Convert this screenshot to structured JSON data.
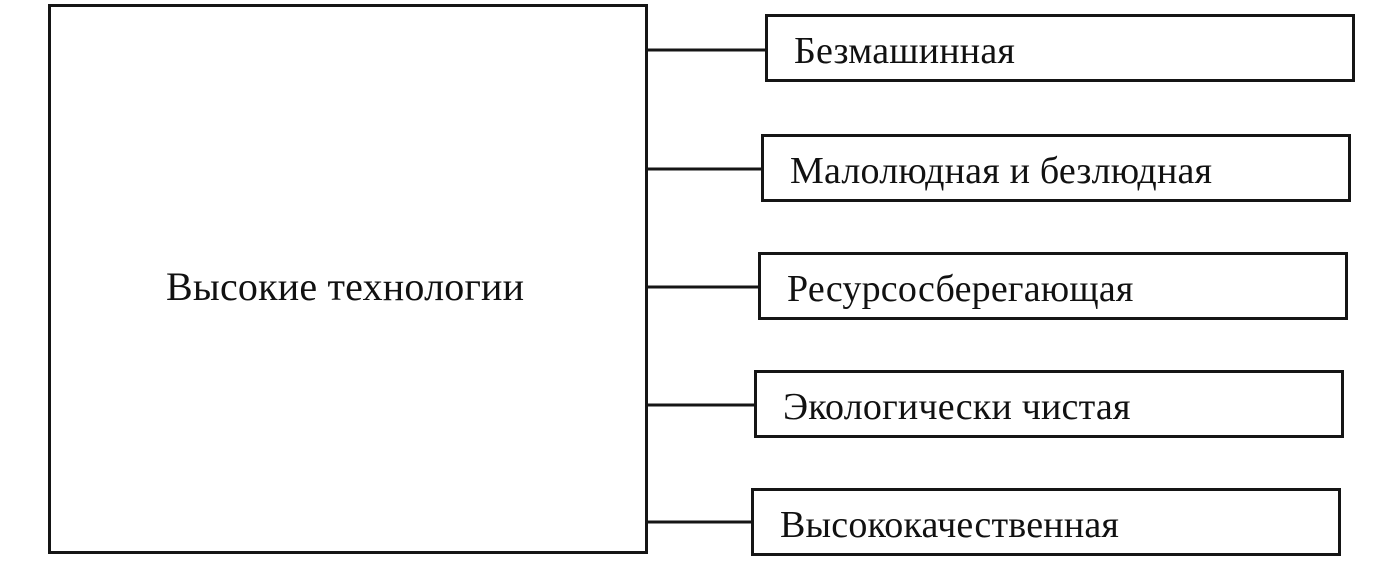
{
  "diagram": {
    "root": {
      "label": "Высокие технологии"
    },
    "branches": [
      {
        "label": "Безмашинная"
      },
      {
        "label": "Малолюдная и безлюдная"
      },
      {
        "label": "Ресурсосберегающая"
      },
      {
        "label": "Экологически чистая"
      },
      {
        "label": "Высококачественная"
      }
    ]
  },
  "colors": {
    "stroke": "#151515",
    "background": "#ffffff",
    "text": "#111111"
  }
}
